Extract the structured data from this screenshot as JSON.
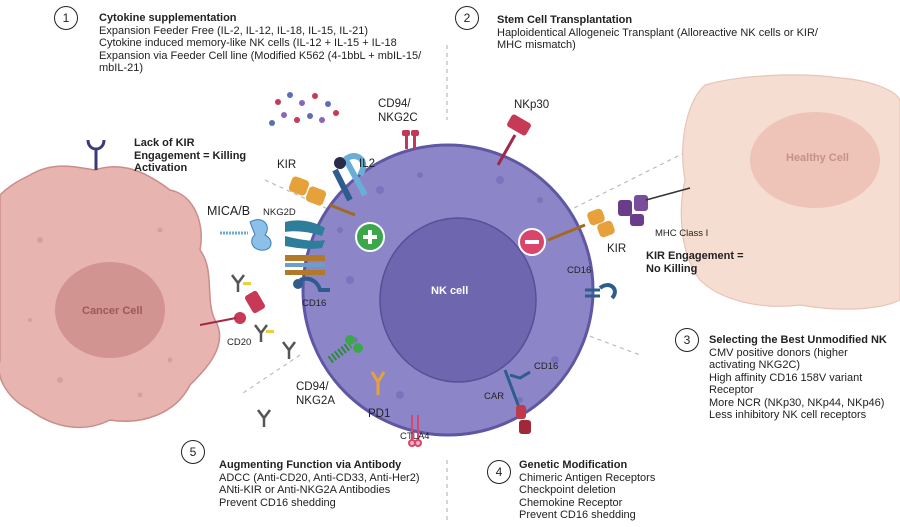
{
  "sections": {
    "s1": {
      "number": "1",
      "title": "Cytokine supplementation",
      "lines": [
        "Expansion Feeder Free (IL-2, IL-12, IL-18, IL-15, IL-21)",
        "Cytokine induced memory-like NK cells (IL-12 + IL-15 + IL-18",
        "Expansion via Feeder Cell line (Modified K562 (4-1bbL + mbIL-15/",
        "mbIL-21)"
      ]
    },
    "s2": {
      "number": "2",
      "title": "Stem Cell Transplantation",
      "lines": [
        "Haploidentical Allogeneic Transplant (Alloreactive NK cells or KIR/",
        "MHC mismatch)"
      ]
    },
    "s3": {
      "number": "3",
      "title": "Selecting the Best Unmodified NK",
      "lines": [
        "CMV positive donors (higher",
        "activating NKG2C)",
        "High affinity CD16 158V variant",
        "Receptor",
        "More NCR (NKp30, NKp44, NKp46)",
        "Less inhibitory NK cell receptors"
      ]
    },
    "s4": {
      "number": "4",
      "title": "Genetic Modification",
      "lines": [
        "Chimeric Antigen Receptors",
        "Checkpoint deletion",
        "Chemokine Receptor",
        "Prevent CD16 shedding"
      ]
    },
    "s5": {
      "number": "5",
      "title": "Augmenting Function via Antibody",
      "lines": [
        "ADCC (Anti-CD20, Anti-CD33, Anti-Her2)",
        "ANti-KIR or Anti-NKG2A Antibodies",
        "Prevent CD16 shedding"
      ]
    }
  },
  "cells": {
    "nk": "NK cell",
    "cancer": "Cancer Cell",
    "healthy": "Healthy Cell"
  },
  "labels": {
    "cd94_nkg2c": [
      "CD94/",
      "NKG2C"
    ],
    "nkp30": "NKp30",
    "kir_left": "KIR",
    "il2": "IL2",
    "mica": "MICA/B",
    "nkg2d": "NKG2D",
    "cd16_left": "CD16",
    "cd20": "CD20",
    "cd94_nkg2a": [
      "CD94/",
      "NKG2A"
    ],
    "pd1": "PD1",
    "ctla4": "CTLA4",
    "cd16_bottom": "CD16",
    "car": "CAR",
    "cd16_right": "CD16",
    "kir_right": "KIR",
    "mhc": "MHC Class I",
    "lack_kir": [
      "Lack of KIR",
      "Engagement = Killing",
      "Activation"
    ],
    "kir_engage": [
      "KIR Engagement =",
      "No Killing"
    ]
  },
  "colors": {
    "nk_cell": "#8c86c9",
    "nk_nucleus": "#6f66b0",
    "cancer_cell": "#e8b4b0",
    "healthy_cell": "#f6ddd2",
    "activating": "#3aa84a",
    "inhibitory": "#d9456b"
  }
}
